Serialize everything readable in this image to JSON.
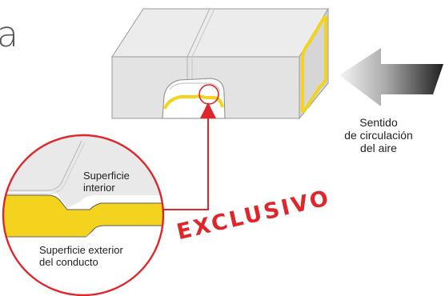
{
  "fragment_text": "a",
  "labels": {
    "inner_surface_line1": "Superficie",
    "inner_surface_line2": "interior",
    "outer_surface_line1": "Superficie exterior",
    "outer_surface_line2": "del conducto",
    "airflow_line1": "Sentido",
    "airflow_line2": "de circulación",
    "airflow_line3": "del aire"
  },
  "stamp": "EXCLUSIVO",
  "colors": {
    "accent_red": "#e0262b",
    "insulation_yellow": "#f4d31f",
    "duct_gray": "#e6e6e6",
    "arrow_dark": "#2b2b2b"
  },
  "icons": [
    "airflow-arrow-icon",
    "detail-pointer-arrow-icon",
    "magnifier-circle-icon"
  ]
}
